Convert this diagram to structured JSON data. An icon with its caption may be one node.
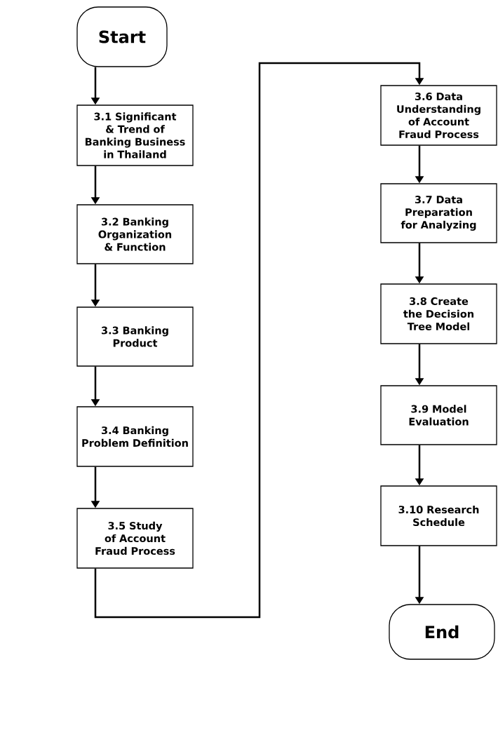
{
  "diagram": {
    "nodes": [
      {
        "text": [
          "Start"
        ]
      },
      {
        "text": [
          "3.1 Significant & Trend of Banking Business in Thailand"
        ]
      },
      {
        "text": [
          "3.2 Banking Organization & Function"
        ]
      },
      {
        "text": [
          "3.3 Banking Product"
        ]
      },
      {
        "text": [
          "3.4 Banking Problem Definition"
        ]
      },
      {
        "text": [
          "3.5 Study of Account Fraud Process"
        ]
      },
      {
        "text": [
          "3.6 Data Understanding of Account Fraud Process"
        ]
      },
      {
        "text": [
          "3.7 Data Preparation for Analyzing"
        ]
      },
      {
        "text": [
          "3.8 Create the Decision Tree Model"
        ]
      },
      {
        "text": [
          "3.9 Model Evaluation"
        ]
      },
      {
        "text": [
          "3.10 Research Schedule"
        ]
      },
      {
        "text": [
          "End"
        ]
      }
    ],
    "edges": [
      {
        "from": 0,
        "to": 1,
        "arrow": "to"
      },
      {
        "from": 1,
        "to": 2,
        "arrow": "to"
      },
      {
        "from": 2,
        "to": 3,
        "arrow": "to"
      },
      {
        "from": 3,
        "to": 4,
        "arrow": "to"
      },
      {
        "from": 4,
        "to": 5,
        "arrow": "to"
      },
      {
        "from": 5,
        "to": 6,
        "arrow": "to"
      },
      {
        "from": 6,
        "to": 7,
        "arrow": "to"
      },
      {
        "from": 7,
        "to": 8,
        "arrow": "to"
      },
      {
        "from": 8,
        "to": 9,
        "arrow": "to"
      },
      {
        "from": 9,
        "to": 10,
        "arrow": "to"
      },
      {
        "from": 10,
        "to": 11,
        "arrow": "to"
      }
    ]
  }
}
